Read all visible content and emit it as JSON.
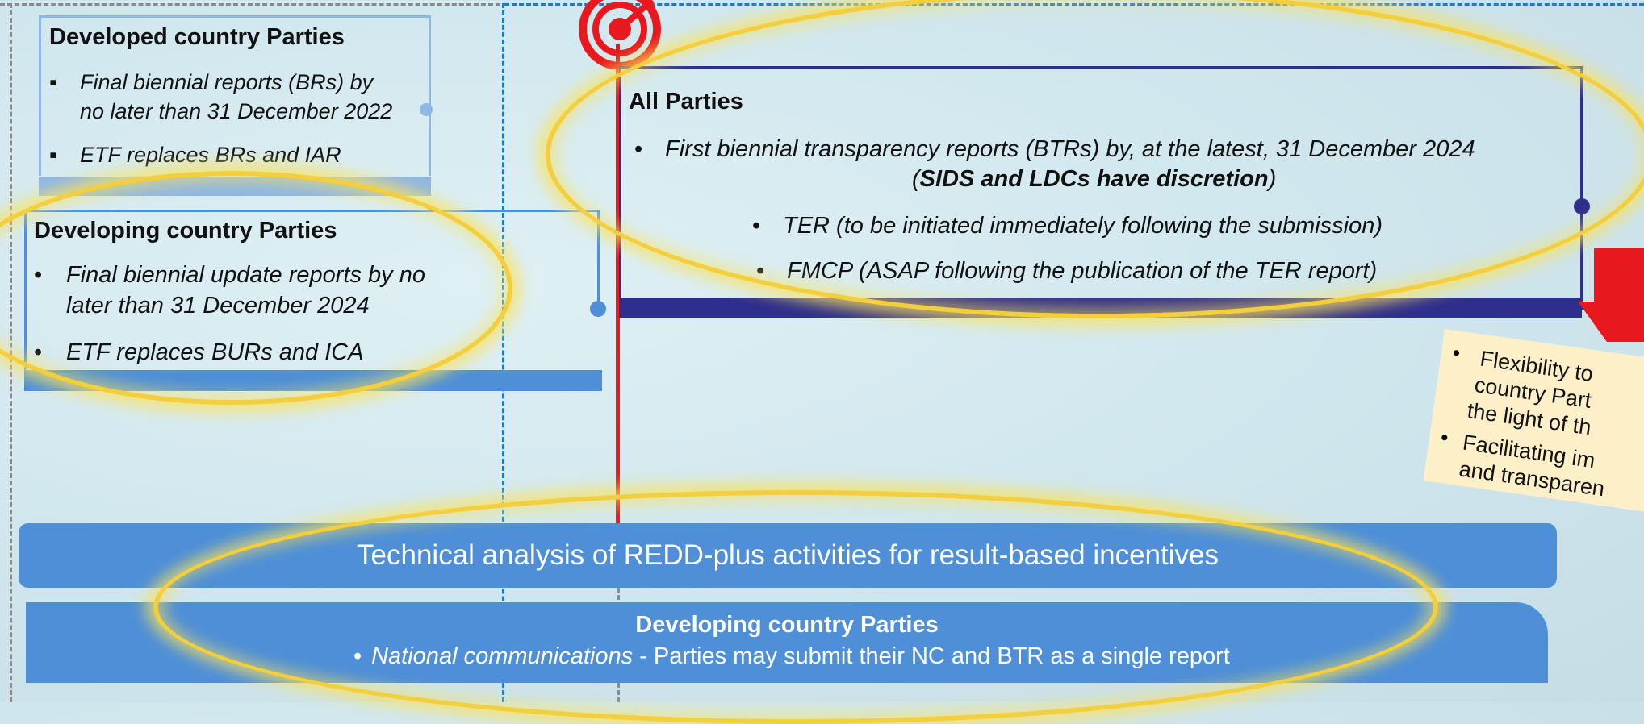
{
  "developed": {
    "title": "Developed country Parties",
    "items": [
      "Final biennial reports (BRs) by",
      "no later than 31 December 2022",
      "ETF replaces BRs and IAR"
    ]
  },
  "developing": {
    "title": "Developing country Parties",
    "items": [
      "Final biennial update reports by no",
      "later than 31 December 2024",
      "ETF replaces BURs and ICA"
    ]
  },
  "all_parties": {
    "title": "All Parties",
    "btr_line1": "First biennial transparency reports (BTRs) by, at the latest, 31 December 2024",
    "btr_paren_open": "(",
    "btr_bold": "SIDS and LDCs have discretion",
    "btr_paren_close": ")",
    "ter": "TER (to be initiated immediately following the submission)",
    "fmcp": "FMCP (ASAP following the publication of the TER report)"
  },
  "flex_note": {
    "item1_lines": [
      "Flexibility to",
      "country Part",
      "the light of th"
    ],
    "item2_lines": [
      "Facilitating im",
      "and transparen"
    ]
  },
  "redd": {
    "label": "Technical analysis of REDD-plus activities for result-based incentives"
  },
  "nc": {
    "title": "Developing country Parties",
    "italic": "National communications",
    "rest": " - Parties may submit their NC and BTR as a single report"
  },
  "colors": {
    "accent_blue": "#4e8fd8",
    "navy": "#2e2e8c",
    "red": "#e8191e",
    "highlight": "#f3cf3d",
    "note_bg": "#fdf0c8"
  }
}
